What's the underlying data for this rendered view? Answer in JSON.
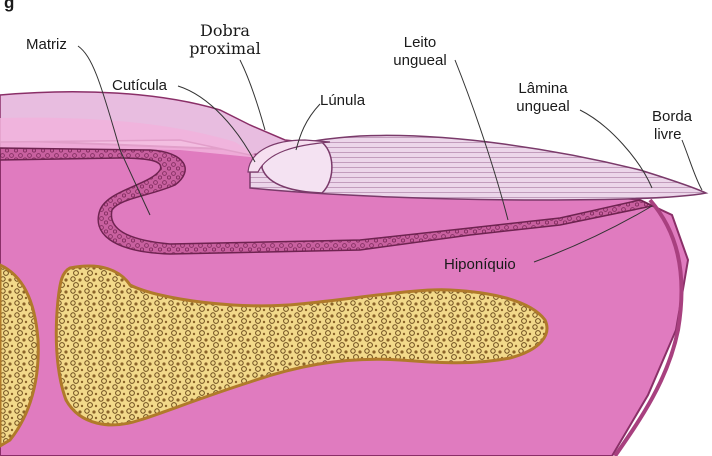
{
  "diagram": {
    "top_partial_text": "g",
    "labels": {
      "matriz": "Matriz",
      "dobra": "Dobra",
      "proximal": "proximal",
      "cuticula": "Cutícula",
      "lunula": "Lúnula",
      "leito": "Leito",
      "ungueal_leito": "ungueal",
      "lamina": "Lâmina",
      "ungueal_lamina": "ungueal",
      "borda": "Borda",
      "livre": "livre",
      "hiponiquio": "Hiponíquio"
    },
    "colors": {
      "tissue": "#e279bf",
      "tissue_light": "#f2b6de",
      "fold_top": "#e6b8dc",
      "nail": "#ead2e8",
      "matrix": "#c45aa2",
      "bone": "#f3de8e",
      "bone_outline": "#b07a2a",
      "outline": "#8a2f68"
    }
  }
}
